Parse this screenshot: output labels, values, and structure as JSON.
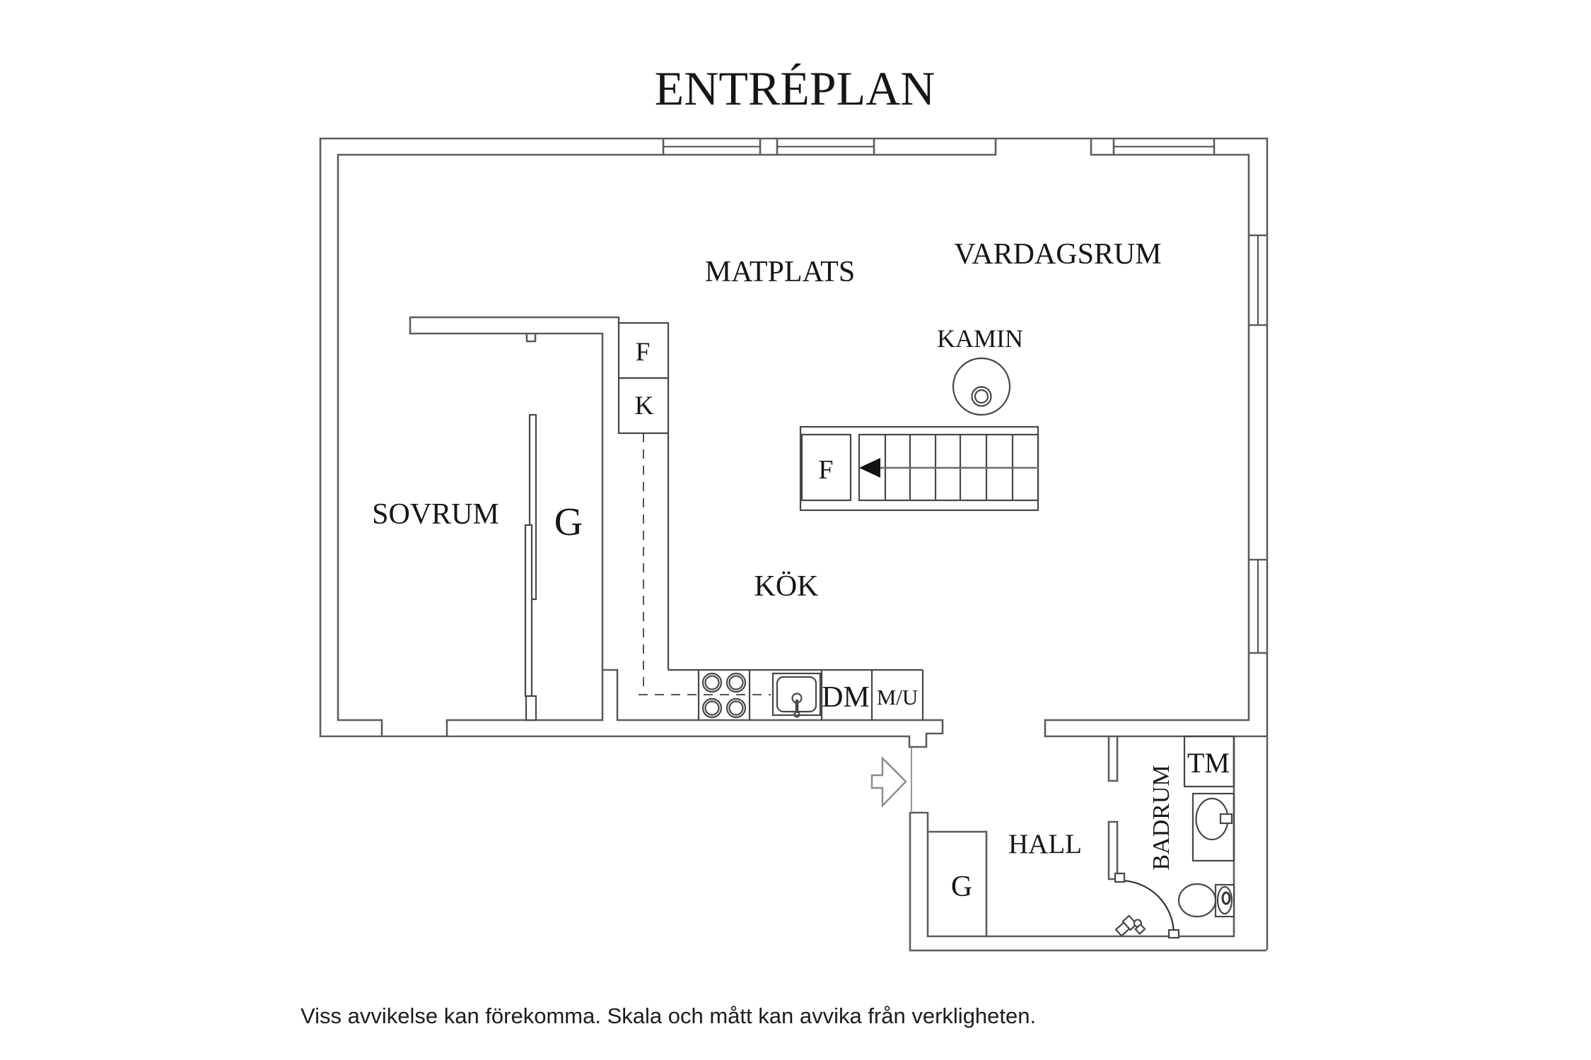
{
  "page": {
    "title": "ENTRÉPLAN",
    "disclaimer": "Viss avvikelse kan förekomma. Skala och mått kan avvika från verkligheten."
  },
  "rooms": {
    "sovrum": "SOVRUM",
    "matplats": "MATPLATS",
    "vardagsrum": "VARDAGSRUM",
    "kamin": "KAMIN",
    "kok": "KÖK",
    "hall": "HALL",
    "badrum": "BADRUM"
  },
  "fixtures": {
    "freezer": "F",
    "fridge": "K",
    "dishwasher": "DM",
    "micro_oven": "M/U",
    "washer": "TM",
    "stairs_storage": "F",
    "wardrobe_sovrum": "G",
    "wardrobe_hall": "G"
  },
  "colors": {
    "wall": "#5c5c5c",
    "symbol": "#474747",
    "text": "#161616",
    "background": "#ffffff"
  }
}
